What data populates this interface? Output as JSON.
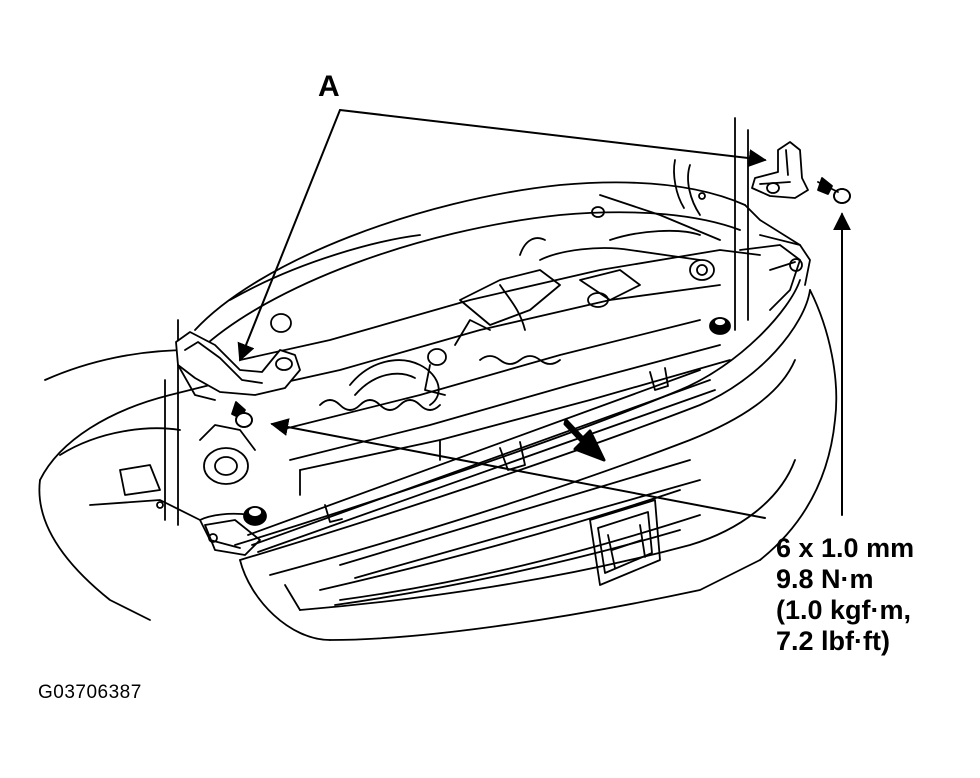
{
  "diagram": {
    "callout_label": "A",
    "fastener_spec": {
      "size": "6 x 1.0 mm",
      "torque_nm": "9.8 N·m",
      "torque_kgfm": "(1.0 kgf·m,",
      "torque_lbfft": "7.2 lbf·ft)"
    },
    "figure_id": "G03706387",
    "line_color": "#000000",
    "background_color": "#ffffff"
  }
}
